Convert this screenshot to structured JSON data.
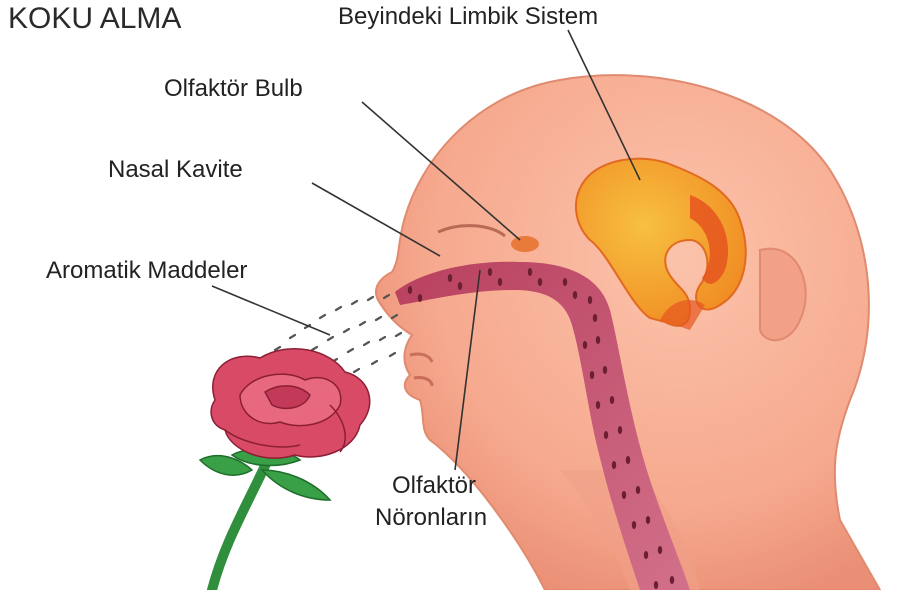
{
  "title": "KOKU ALMA",
  "labels": {
    "limbic": "Beyindeki Limbik Sistem",
    "bulb": "Olfaktör Bulb",
    "cavity": "Nasal Kavite",
    "aromatic": "Aromatik Maddeler",
    "neurons_line1": "Olfaktör",
    "neurons_line2": "Nöronların"
  },
  "colors": {
    "skin": "#f6a98e",
    "skin_shadow": "#e98d74",
    "limbic": "#f4a62a",
    "limbic_inner": "#e5551f",
    "tract": "#c2536a",
    "tract_dots": "#6a1f33",
    "rose": "#d94a66",
    "stem": "#2f8f3c"
  }
}
